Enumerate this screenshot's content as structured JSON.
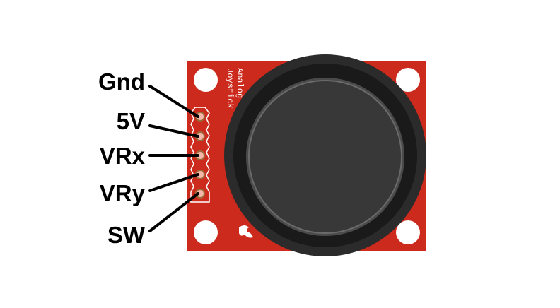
{
  "board": {
    "title_line1": "Analog",
    "title_line2": "Joystick",
    "color": "#cc2a1c"
  },
  "pins": [
    {
      "label": "Gnd"
    },
    {
      "label": "5V"
    },
    {
      "label": "VRx"
    },
    {
      "label": "VRy"
    },
    {
      "label": "SW"
    }
  ]
}
